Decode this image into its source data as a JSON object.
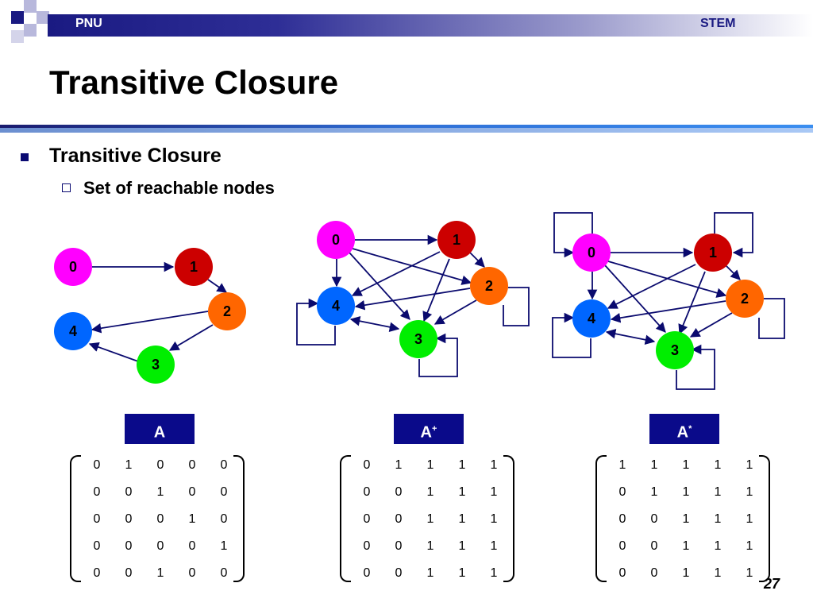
{
  "header": {
    "left": "PNU",
    "right": "STEM"
  },
  "slide": {
    "title": "Transitive Closure",
    "bullet1": "Transitive Closure",
    "bullet2": "Set of reachable nodes",
    "page": "27"
  },
  "colors": {
    "node0": "#ff00ff",
    "node1": "#cc0000",
    "node2": "#ff6600",
    "node3": "#00ee00",
    "node4": "#0066ff",
    "edge": "#0a0a6e",
    "label_box": "#0a0a8a"
  },
  "graphs": [
    {
      "label": "A",
      "label_sup": "",
      "nodes": [
        "0",
        "1",
        "2",
        "3",
        "4"
      ],
      "edges": [
        [
          "0",
          "1"
        ],
        [
          "1",
          "2"
        ],
        [
          "2",
          "4"
        ],
        [
          "3",
          "4"
        ],
        [
          "2",
          "3"
        ]
      ],
      "matrix": [
        [
          0,
          1,
          0,
          0,
          0
        ],
        [
          0,
          0,
          1,
          0,
          0
        ],
        [
          0,
          0,
          0,
          1,
          0
        ],
        [
          0,
          0,
          0,
          0,
          1
        ],
        [
          0,
          0,
          1,
          0,
          0
        ]
      ]
    },
    {
      "label": "A",
      "label_sup": "+",
      "nodes": [
        "0",
        "1",
        "2",
        "3",
        "4"
      ],
      "matrix": [
        [
          0,
          1,
          1,
          1,
          1
        ],
        [
          0,
          0,
          1,
          1,
          1
        ],
        [
          0,
          0,
          1,
          1,
          1
        ],
        [
          0,
          0,
          1,
          1,
          1
        ],
        [
          0,
          0,
          1,
          1,
          1
        ]
      ]
    },
    {
      "label": "A",
      "label_sup": "*",
      "nodes": [
        "0",
        "1",
        "2",
        "3",
        "4"
      ],
      "matrix": [
        [
          1,
          1,
          1,
          1,
          1
        ],
        [
          0,
          1,
          1,
          1,
          1
        ],
        [
          0,
          0,
          1,
          1,
          1
        ],
        [
          0,
          0,
          1,
          1,
          1
        ],
        [
          0,
          0,
          1,
          1,
          1
        ]
      ]
    }
  ]
}
